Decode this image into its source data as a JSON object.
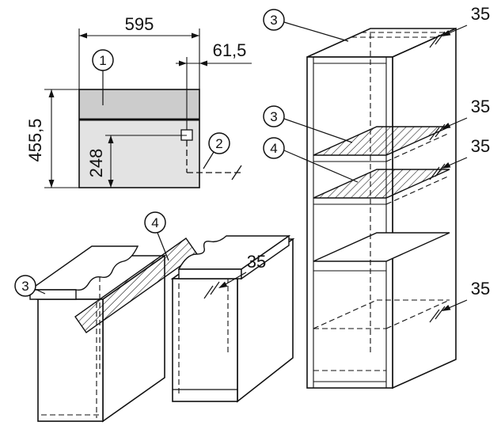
{
  "figure": {
    "type": "appliance-built-in-installation-diagram",
    "colors": {
      "line": "#111111",
      "appliance_front": "#cccccc",
      "niche_back": "#e3e3e3",
      "background": "#ffffff",
      "hatch": "#111111"
    },
    "views": {
      "front": {
        "dims": {
          "width": "595",
          "socket_offset": "61,5",
          "height": "455,5",
          "socket_height": "248"
        },
        "callouts": {
          "c1": "1",
          "c2": "2"
        }
      },
      "base": {
        "dims": {
          "gap": "35"
        },
        "callouts": {
          "c3": "3",
          "c4": "4"
        }
      },
      "tall": {
        "dims": {
          "gap_top": "35",
          "gap_upper": "35",
          "gap_mid": "35",
          "gap_lower": "35"
        },
        "callouts": {
          "c3_top": "3",
          "c3_mid": "3",
          "c4": "4"
        }
      }
    }
  }
}
